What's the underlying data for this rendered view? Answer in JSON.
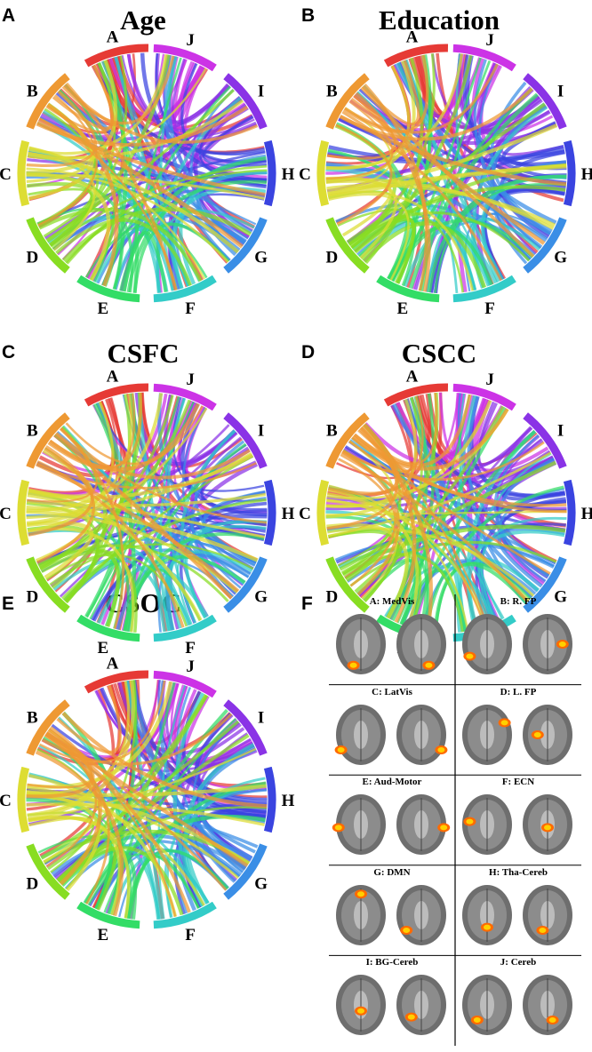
{
  "panels": [
    {
      "letter": "A",
      "title": "Age"
    },
    {
      "letter": "B",
      "title": "Education"
    },
    {
      "letter": "C",
      "title": "CSFC"
    },
    {
      "letter": "D",
      "title": "CSCC"
    },
    {
      "letter": "E",
      "title": "CSOC"
    },
    {
      "letter": "F",
      "title": ""
    }
  ],
  "segments": [
    "A",
    "J",
    "I",
    "H",
    "G",
    "F",
    "E",
    "D",
    "C",
    "B"
  ],
  "segment_colors": [
    "#e63a35",
    "#cc33e6",
    "#8a33e6",
    "#3a44e0",
    "#3a8ee6",
    "#33ccc8",
    "#33dd66",
    "#88dd22",
    "#dddd33",
    "#ee9933"
  ],
  "networks": [
    {
      "label": "A: MedVis"
    },
    {
      "label": "B: R. FP"
    },
    {
      "label": "C: LatVis"
    },
    {
      "label": "D: L. FP"
    },
    {
      "label": "E: Aud-Motor"
    },
    {
      "label": "F: ECN"
    },
    {
      "label": "G: DMN"
    },
    {
      "label": "H: Tha-Cereb"
    },
    {
      "label": "I: BG-Cereb"
    },
    {
      "label": "J: Cereb"
    }
  ]
}
